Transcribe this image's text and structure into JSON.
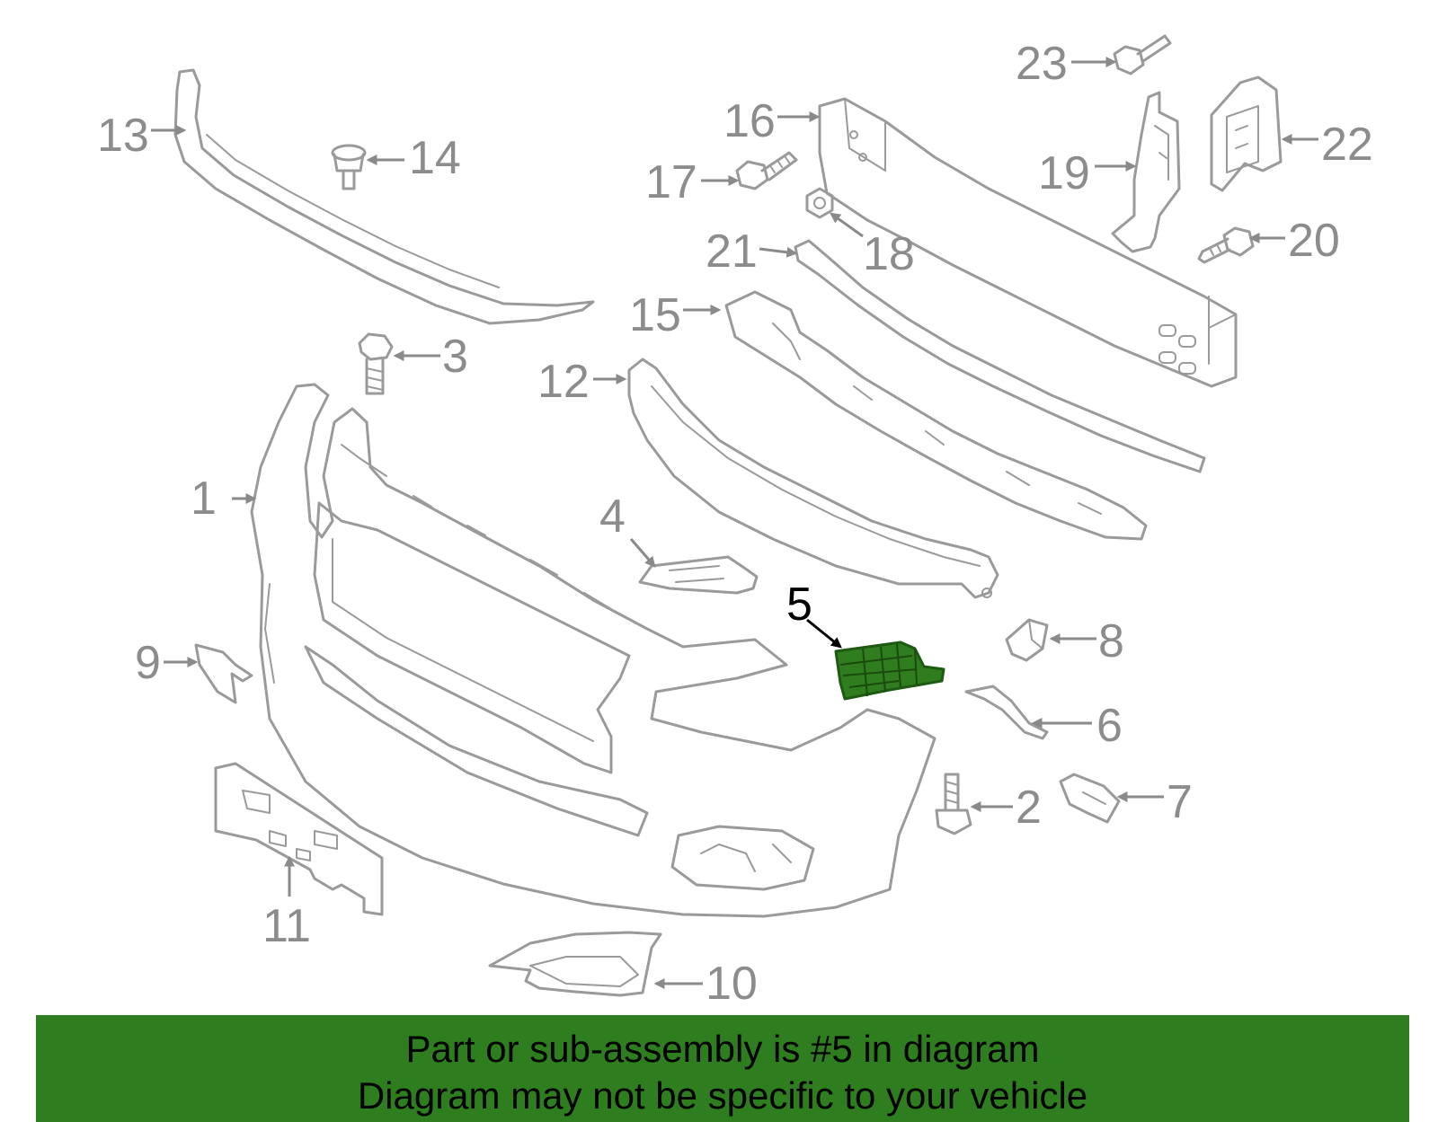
{
  "diagram": {
    "callouts": [
      "1",
      "2",
      "3",
      "4",
      "5",
      "6",
      "7",
      "8",
      "9",
      "10",
      "11",
      "12",
      "13",
      "14",
      "15",
      "16",
      "17",
      "18",
      "19",
      "20",
      "21",
      "22",
      "23"
    ],
    "highlighted_callout": "5",
    "highlight_color": "#2e7d1f",
    "line_color": "#9a9a9a"
  },
  "banner": {
    "line1": "Part or sub-assembly is #5 in diagram",
    "line2": "Diagram may not be specific to your vehicle",
    "background": "#2e7d1f"
  }
}
